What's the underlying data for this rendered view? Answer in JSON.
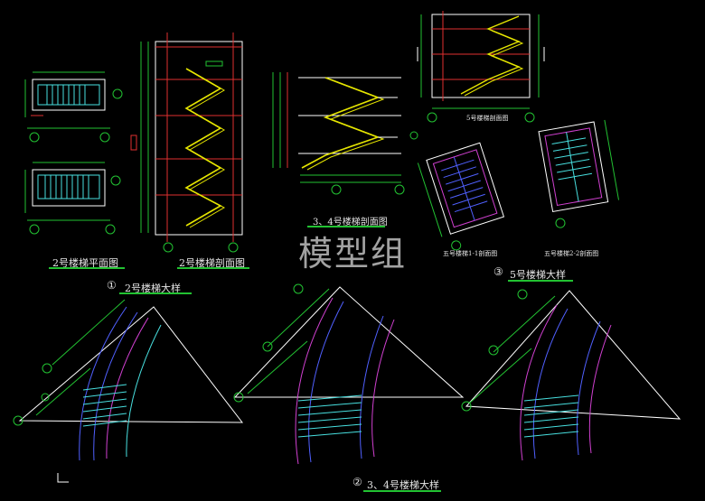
{
  "watermark": "模型组",
  "titles": {
    "stair2_plan": "2号楼梯平面图",
    "stair2_section": "2号楼梯剖面图",
    "stair2_detail_num": "①",
    "stair2_detail": "2号楼梯大样",
    "stair34_section": "3、4号楼梯剖面图",
    "stair5_section": "5号楼梯剖面图",
    "stair5_plan_a": "五号楼梯1-1剖面图",
    "stair5_plan_b": "五号楼梯2-2剖面图",
    "stair5_detail_num": "③",
    "stair5_detail": "5号楼梯大样",
    "stair34_detail_num": "②",
    "stair34_detail": "3、4号楼梯大样"
  },
  "colors": {
    "background": "#000000",
    "wall": "#ffffff",
    "stair_line": "#e6e600",
    "dimension": "#22c232",
    "axis_red": "#e03030",
    "tread": "#48e0e0",
    "magenta": "#d040d0",
    "blue": "#5060ff"
  }
}
